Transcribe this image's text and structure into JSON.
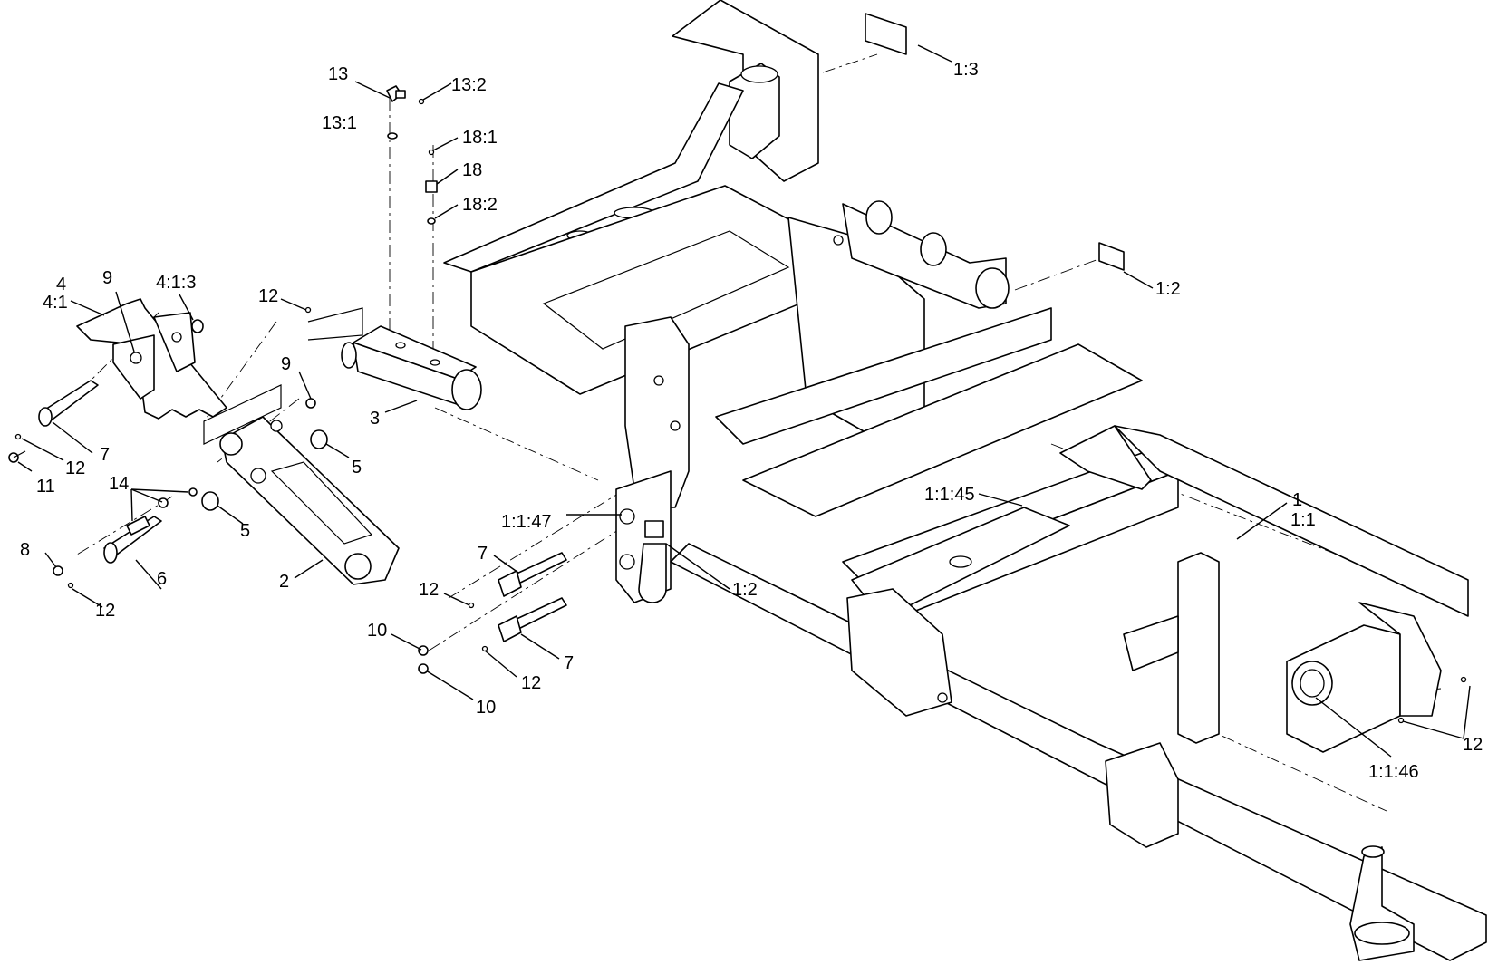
{
  "colors": {
    "line": "#000000",
    "background": "#ffffff"
  },
  "callouts": [
    {
      "id": "c-1-3",
      "text": "1:3"
    },
    {
      "id": "c-13",
      "text": "13"
    },
    {
      "id": "c-13-2",
      "text": "13:2"
    },
    {
      "id": "c-13-1",
      "text": "13:1"
    },
    {
      "id": "c-18-1",
      "text": "18:1"
    },
    {
      "id": "c-18",
      "text": "18"
    },
    {
      "id": "c-18-2",
      "text": "18:2"
    },
    {
      "id": "c-1-2-top",
      "text": "1:2"
    },
    {
      "id": "c-4",
      "text": "4"
    },
    {
      "id": "c-4-1",
      "text": "4:1"
    },
    {
      "id": "c-9-top",
      "text": "9"
    },
    {
      "id": "c-4-1-3",
      "text": "4:1:3"
    },
    {
      "id": "c-12-a",
      "text": "12"
    },
    {
      "id": "c-9-mid",
      "text": "9"
    },
    {
      "id": "c-3",
      "text": "3"
    },
    {
      "id": "c-7-left",
      "text": "7"
    },
    {
      "id": "c-12-b",
      "text": "12"
    },
    {
      "id": "c-5-top",
      "text": "5"
    },
    {
      "id": "c-11",
      "text": "11"
    },
    {
      "id": "c-14",
      "text": "14"
    },
    {
      "id": "c-5-bottom",
      "text": "5"
    },
    {
      "id": "c-8",
      "text": "8"
    },
    {
      "id": "c-6",
      "text": "6"
    },
    {
      "id": "c-2",
      "text": "2"
    },
    {
      "id": "c-12-c",
      "text": "12"
    },
    {
      "id": "c-1-1-47",
      "text": "1:1:47"
    },
    {
      "id": "c-1-1-45",
      "text": "1:1:45"
    },
    {
      "id": "c-1",
      "text": "1"
    },
    {
      "id": "c-1-1",
      "text": "1:1"
    },
    {
      "id": "c-7-mid-top",
      "text": "7"
    },
    {
      "id": "c-1-2-mid",
      "text": "1:2"
    },
    {
      "id": "c-12-d",
      "text": "12"
    },
    {
      "id": "c-10-top",
      "text": "10"
    },
    {
      "id": "c-7-mid-bottom",
      "text": "7"
    },
    {
      "id": "c-12-e",
      "text": "12"
    },
    {
      "id": "c-10-bottom",
      "text": "10"
    },
    {
      "id": "c-12-f",
      "text": "12"
    },
    {
      "id": "c-1-1-46",
      "text": "1:1:46"
    }
  ]
}
